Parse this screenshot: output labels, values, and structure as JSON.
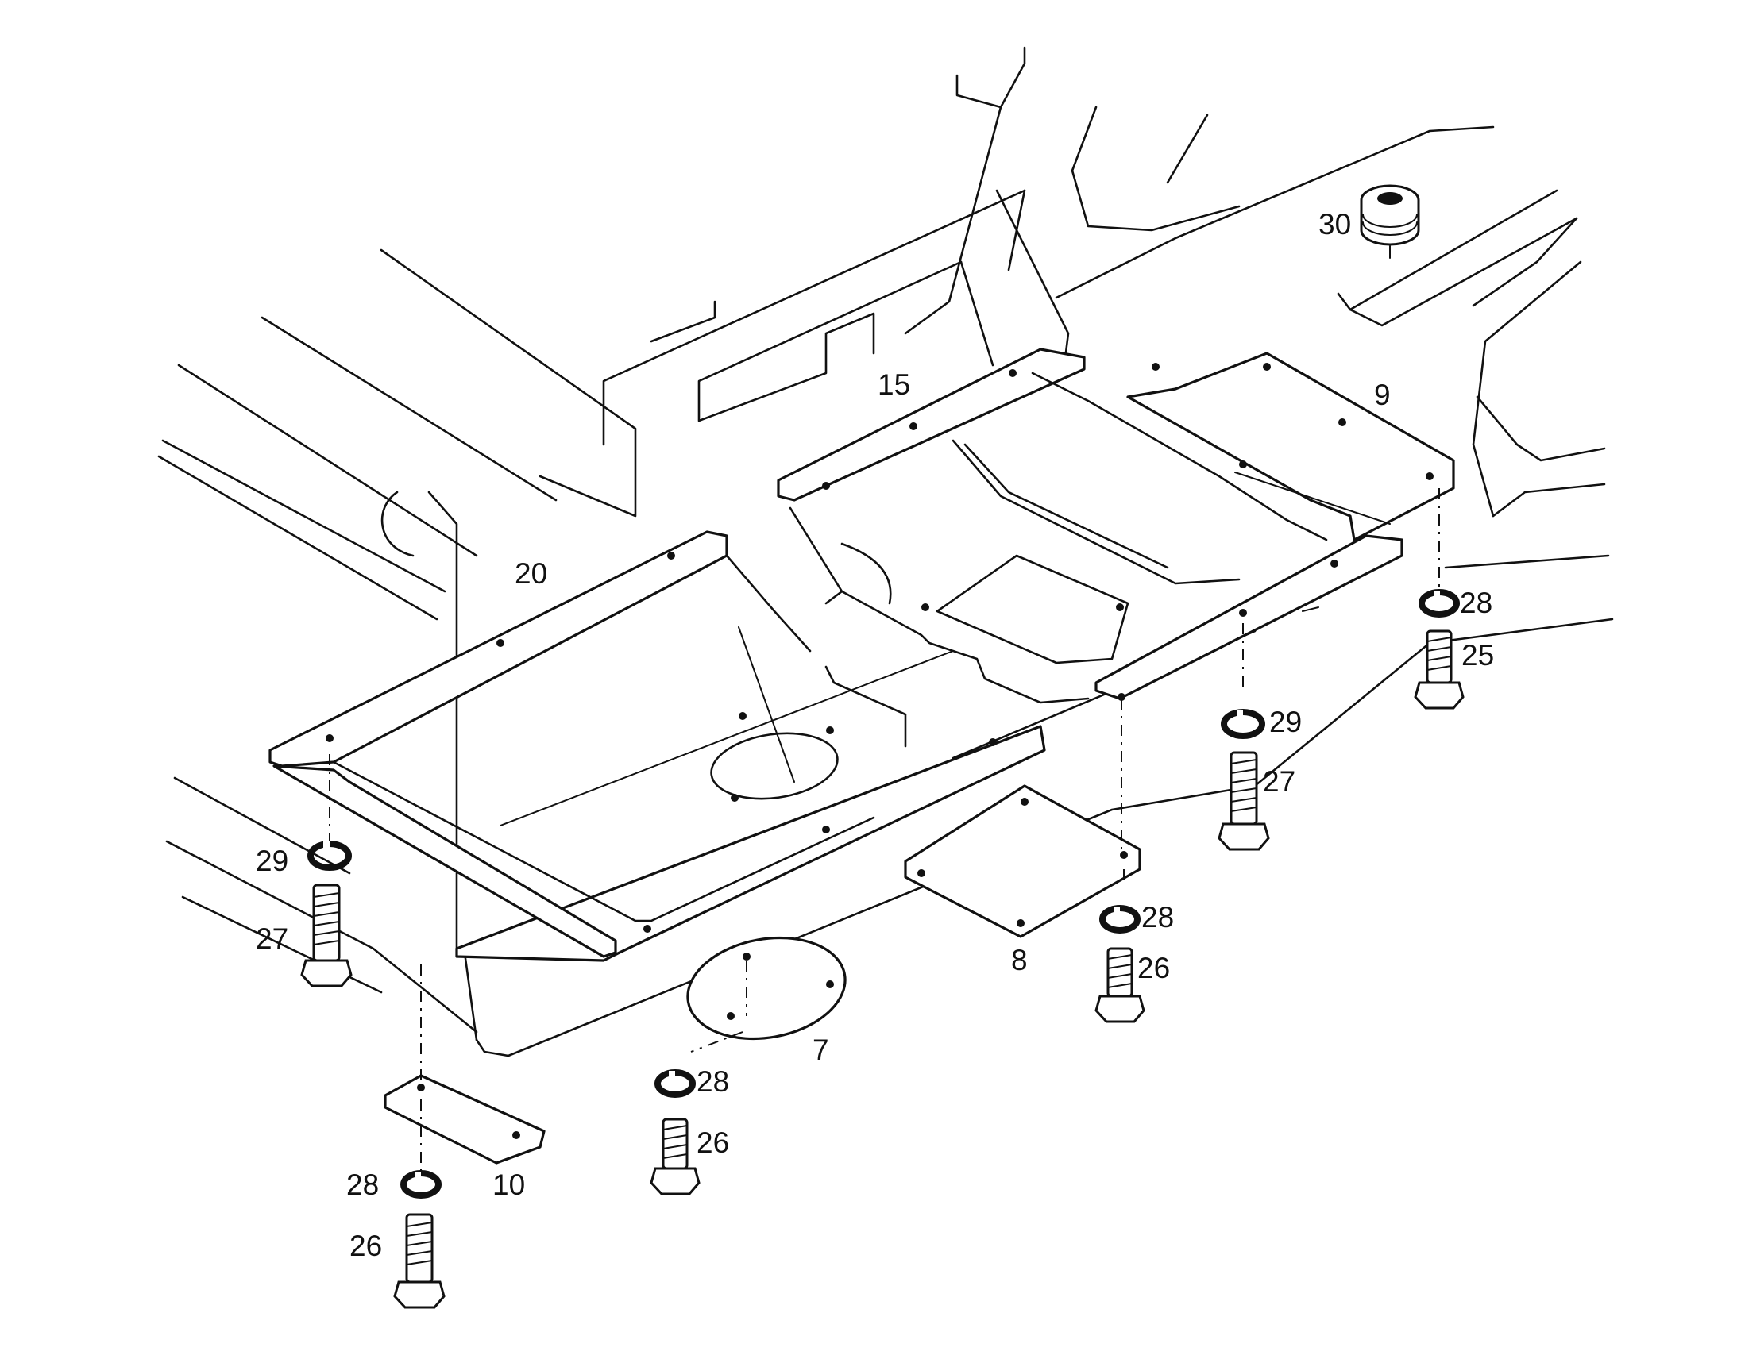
{
  "diagram": {
    "part_labels": {
      "p30": "30",
      "p15": "15",
      "p9": "9",
      "p20": "20",
      "p28a": "28",
      "p25": "25",
      "p29a": "29",
      "p27a": "27",
      "p29b": "29",
      "p27b": "27",
      "p28b": "28",
      "p26a": "26",
      "p8": "8",
      "p7": "7",
      "p28c": "28",
      "p26b": "26",
      "p10": "10",
      "p28d": "28",
      "p26c": "26"
    }
  }
}
